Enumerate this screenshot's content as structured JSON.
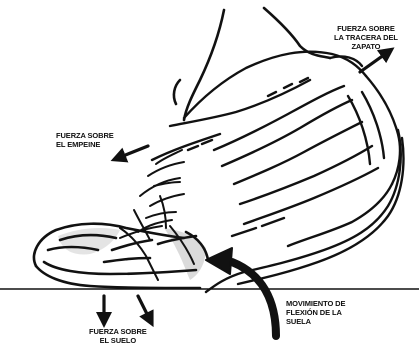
{
  "labels": {
    "heel": [
      "FUERZA SOBRE",
      "LA TRACERA DEL",
      "ZAPATO"
    ],
    "instep": [
      "FUERZA SOBRE",
      "EL EMPEINE"
    ],
    "flex": [
      "MOVIMIENTO DE",
      "FLEXIÓN DE LA",
      "SUELA"
    ],
    "ground": [
      "FUERZA SOBRE",
      "EL SUELO"
    ]
  },
  "colors": {
    "ink": "#111111",
    "background": "#ffffff"
  },
  "icons": {
    "heel_force": "arrow-up-right-icon",
    "instep_force": "arrow-up-left-icon",
    "ground_force": "arrow-down-icon",
    "sole_flexion": "curved-arrow-icon"
  }
}
